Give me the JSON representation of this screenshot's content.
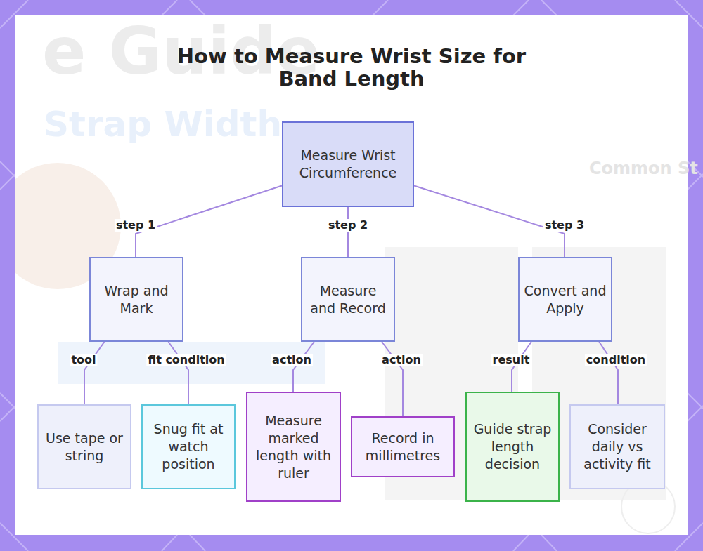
{
  "diagram": {
    "title": "How to Measure Wrist Size for Band Length",
    "nodes": [
      {
        "text": [
          "Measure Wrist Circumference"
        ]
      },
      {
        "text": [
          "Wrap and Mark"
        ]
      },
      {
        "text": [
          "Measure and Record"
        ]
      },
      {
        "text": [
          "Convert and Apply"
        ]
      },
      {
        "text": [
          "Use tape or string"
        ]
      },
      {
        "text": [
          "Snug fit at watch position"
        ]
      },
      {
        "text": [
          "Measure marked length with ruler"
        ]
      },
      {
        "text": [
          "Record in millimetres"
        ]
      },
      {
        "text": [
          "Guide strap length decision"
        ]
      },
      {
        "text": [
          "Consider daily vs activity fit"
        ]
      }
    ],
    "edges": [
      {
        "from": 0,
        "to": 1,
        "label": "step 1",
        "arrow": "none"
      },
      {
        "from": 0,
        "to": 2,
        "label": "step 2",
        "arrow": "none"
      },
      {
        "from": 0,
        "to": 3,
        "label": "step 3",
        "arrow": "none"
      },
      {
        "from": 1,
        "to": 4,
        "label": "tool",
        "arrow": "none"
      },
      {
        "from": 1,
        "to": 5,
        "label": "fit condition",
        "arrow": "none"
      },
      {
        "from": 2,
        "to": 6,
        "label": "action",
        "arrow": "none"
      },
      {
        "from": 2,
        "to": 7,
        "label": "action",
        "arrow": "none"
      },
      {
        "from": 3,
        "to": 8,
        "label": "result",
        "arrow": "none"
      },
      {
        "from": 3,
        "to": 9,
        "label": "condition",
        "arrow": "none"
      }
    ],
    "labels": [
      "e Guide",
      "Strap Width",
      "Common St"
    ]
  }
}
